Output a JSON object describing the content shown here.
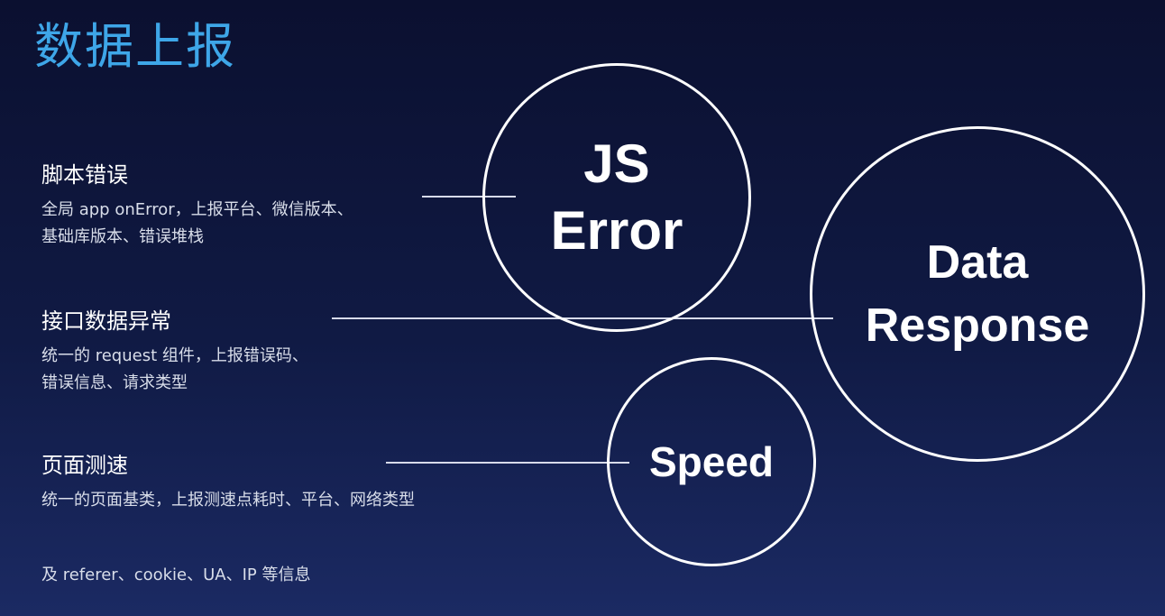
{
  "page": {
    "title": "数据上报"
  },
  "sections": {
    "js_error": {
      "heading": "脚本错误",
      "lines": [
        "全局 app onError，上报平台、微信版本、",
        "基础库版本、错误堆栈"
      ]
    },
    "api_error": {
      "heading": "接口数据异常",
      "lines": [
        "统一的 request 组件，上报错误码、",
        "错误信息、请求类型"
      ]
    },
    "speed": {
      "heading": "页面测速",
      "lines": [
        "统一的页面基类，上报测速点耗时、平台、网络类型"
      ]
    }
  },
  "footer": {
    "note": "及 referer、cookie、UA、IP 等信息"
  },
  "circles": {
    "js_error": "JS\nError",
    "data_response": "Data\nResponse",
    "speed": "Speed"
  },
  "colors": {
    "title": "#3ea6e8",
    "background_top": "#0b1030",
    "background_bottom": "#1b2a63",
    "line": "#d7dbea",
    "text": "#ffffff"
  }
}
